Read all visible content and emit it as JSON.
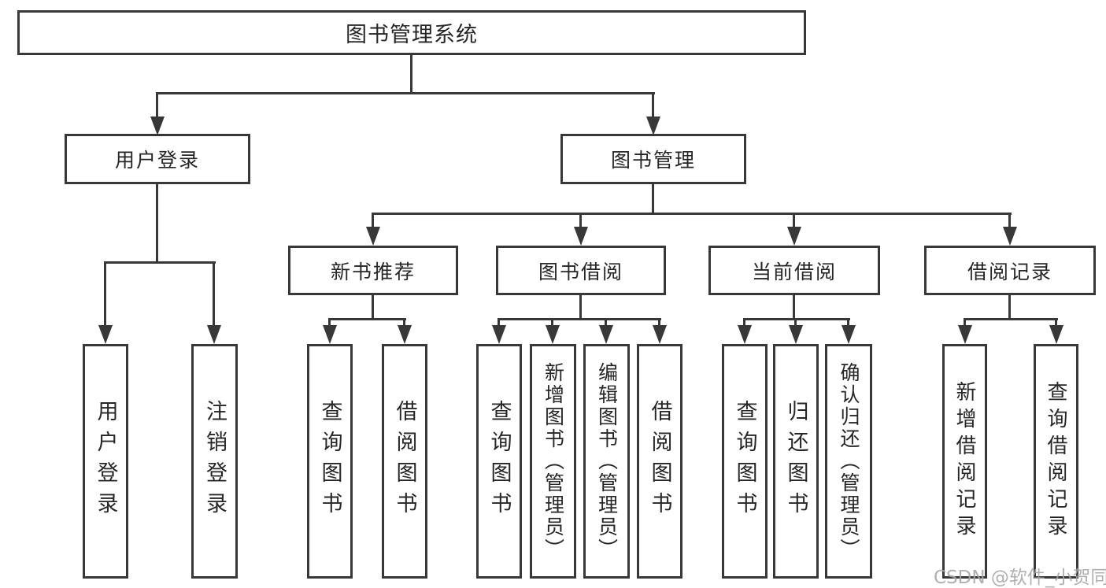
{
  "diagram_type": "functional-structure-tree",
  "colors": {
    "line": "#383838",
    "text": "#262626",
    "background": "#ffffff",
    "watermark": "#a5a5a5"
  },
  "watermark": "CSDN @软件_小贺同学",
  "tree": {
    "label": "图书管理系统",
    "children": [
      {
        "label": "用户登录",
        "children": [
          {
            "label": "用户登录"
          },
          {
            "label": "注销登录"
          }
        ]
      },
      {
        "label": "图书管理",
        "children": [
          {
            "label": "新书推荐",
            "children": [
              {
                "label": "查询图书"
              },
              {
                "label": "借阅图书"
              }
            ]
          },
          {
            "label": "图书借阅",
            "children": [
              {
                "label": "查询图书"
              },
              {
                "label": "新增图书（管理员）"
              },
              {
                "label": "编辑图书（管理员）"
              },
              {
                "label": "借阅图书"
              }
            ]
          },
          {
            "label": "当前借阅",
            "children": [
              {
                "label": "查询图书"
              },
              {
                "label": "归还图书"
              },
              {
                "label": "确认归还（管理员）"
              }
            ]
          },
          {
            "label": "借阅记录",
            "children": [
              {
                "label": "新增借阅记录"
              },
              {
                "label": "查询借阅记录"
              }
            ]
          }
        ]
      }
    ]
  }
}
